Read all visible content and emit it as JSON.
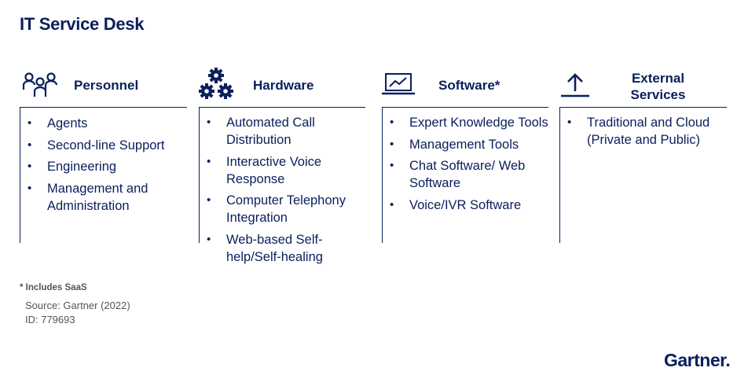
{
  "title": "IT Service Desk",
  "columns": [
    {
      "label": "Personnel",
      "icon": "people-icon",
      "items": [
        "Agents",
        "Second-line Support",
        "Engineering",
        "Management and Administration"
      ]
    },
    {
      "label": "Hardware",
      "icon": "gears-icon",
      "items": [
        "Automated Call Distribution",
        "Interactive Voice Response",
        "Computer Telephony Integration",
        "Web-based Self-help/Self-healing"
      ]
    },
    {
      "label": "Software*",
      "icon": "monitor-chart-icon",
      "items": [
        "Expert Knowledge Tools",
        "Management Tools",
        "Chat Software/ Web Software",
        "Voice/IVR Software"
      ]
    },
    {
      "label": "External Services",
      "icon": "upload-arrow-icon",
      "items": [
        "Traditional and Cloud (Private and Public)"
      ]
    }
  ],
  "footnote": "* Includes SaaS",
  "source": "Source: Gartner (2022)",
  "doc_id": "ID: 779693",
  "logo": "Gartner",
  "colors": {
    "primary": "#0a1f5c",
    "muted": "#555555"
  }
}
